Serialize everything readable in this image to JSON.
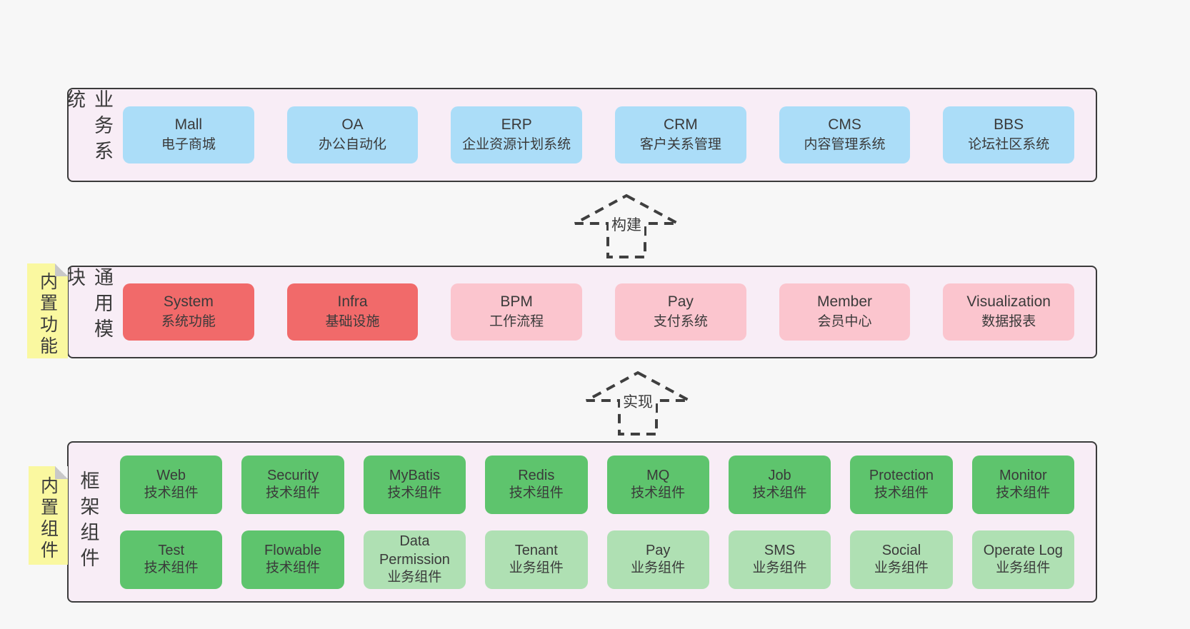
{
  "colors": {
    "page_background": "#f7f7f7",
    "band_background": "#f8edf6",
    "band_border": "#3b3b3b",
    "business_box_blue": "#abddf8",
    "core_module_red": "#f16a6a",
    "optional_module_pink": "#fbc5ce",
    "tech_component_green": "#5ec46d",
    "biz_component_light_green": "#afe0b3",
    "sticky_note_yellow": "#faf8a0",
    "text": "#3a3a3a"
  },
  "arrows": [
    {
      "label": "构建"
    },
    {
      "label": "实现"
    }
  ],
  "bands": [
    {
      "label": "业务系统",
      "boxes": [
        {
          "title": "Mall",
          "subtitle": "电子商城"
        },
        {
          "title": "OA",
          "subtitle": "办公自动化"
        },
        {
          "title": "ERP",
          "subtitle": "企业资源计划系统"
        },
        {
          "title": "CRM",
          "subtitle": "客户关系管理"
        },
        {
          "title": "CMS",
          "subtitle": "内容管理系统"
        },
        {
          "title": "BBS",
          "subtitle": "论坛社区系统"
        }
      ]
    },
    {
      "label": "通用模块",
      "note": "内置功能",
      "boxes": [
        {
          "title": "System",
          "subtitle": "系统功能"
        },
        {
          "title": "Infra",
          "subtitle": "基础设施"
        },
        {
          "title": "BPM",
          "subtitle": "工作流程"
        },
        {
          "title": "Pay",
          "subtitle": "支付系统"
        },
        {
          "title": "Member",
          "subtitle": "会员中心"
        },
        {
          "title": "Visualization",
          "subtitle": "数据报表"
        }
      ]
    },
    {
      "label": "框架组件",
      "note": "内置组件",
      "rows": [
        [
          {
            "title": "Web",
            "subtitle": "技术组件"
          },
          {
            "title": "Security",
            "subtitle": "技术组件"
          },
          {
            "title": "MyBatis",
            "subtitle": "技术组件"
          },
          {
            "title": "Redis",
            "subtitle": "技术组件"
          },
          {
            "title": "MQ",
            "subtitle": "技术组件"
          },
          {
            "title": "Job",
            "subtitle": "技术组件"
          },
          {
            "title": "Protection",
            "subtitle": "技术组件"
          },
          {
            "title": "Monitor",
            "subtitle": "技术组件"
          }
        ],
        [
          {
            "title": "Test",
            "subtitle": "技术组件"
          },
          {
            "title": "Flowable",
            "subtitle": "技术组件"
          },
          {
            "title": "Data Permission",
            "subtitle": "业务组件"
          },
          {
            "title": "Tenant",
            "subtitle": "业务组件"
          },
          {
            "title": "Pay",
            "subtitle": "业务组件"
          },
          {
            "title": "SMS",
            "subtitle": "业务组件"
          },
          {
            "title": "Social",
            "subtitle": "业务组件"
          },
          {
            "title": "Operate Log",
            "subtitle": "业务组件"
          }
        ]
      ]
    }
  ]
}
